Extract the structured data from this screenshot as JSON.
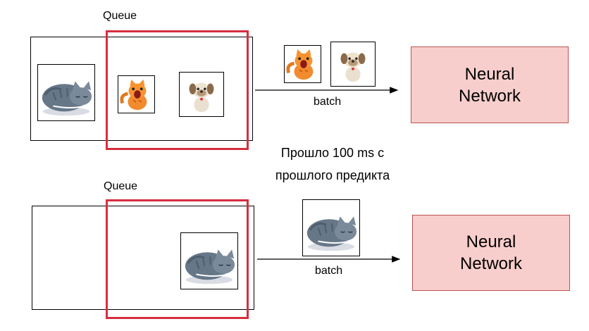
{
  "top": {
    "queue_label": "Queue",
    "batch_label": "batch",
    "network_label": "Neural Network"
  },
  "note": {
    "line1": "Прошло 100 ms с",
    "line2": "прошлого предикта"
  },
  "bottom": {
    "queue_label": "Queue",
    "batch_label": "batch",
    "network_label": "Neural Network"
  },
  "colors": {
    "window_border": "#d62e3e",
    "network_fill": "#f8cecc",
    "network_border": "#b85450"
  },
  "icons": [
    "cat-sleeping-icon",
    "cat-orange-icon",
    "dog-pug-icon"
  ]
}
